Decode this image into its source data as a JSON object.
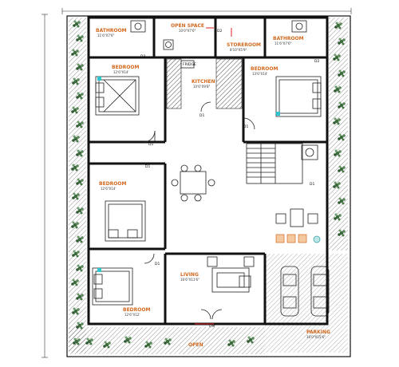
{
  "rooms": {
    "bathroom_top_left": {
      "name": "BATHROOM",
      "dim": "11'6\"X7'6\""
    },
    "open_space": {
      "name": "OPEN SPACE",
      "dim": "10'0\"X7'6\""
    },
    "storeroom": {
      "name": "STOREROOM",
      "dim": "8'10\"X5'9\""
    },
    "bathroom_top_right": {
      "name": "BATHROOM",
      "dim": "11'6\"X7'6\""
    },
    "bedroom_top_left": {
      "name": "BEDROOM",
      "dim": "12'6\"X14'"
    },
    "kitchen": {
      "name": "KITCHEN",
      "dim": "10'6\"X9'8\""
    },
    "bedroom_top_right": {
      "name": "BEDROOM",
      "dim": "13'6\"X14'"
    },
    "bedroom_mid_left": {
      "name": "BEDROOM",
      "dim": "12'6\"X14'"
    },
    "living": {
      "name": "LIVING",
      "dim": "16'6\"X11'6\""
    },
    "bedroom_bottom_left": {
      "name": "BEDROOM",
      "dim": "12'6\"X12'"
    },
    "parking": {
      "name": "PARKING",
      "dim": "16'0\"X15'6\""
    },
    "open_bottom": {
      "name": "OPEN",
      "dim": ""
    }
  },
  "fixtures": {
    "fridge": "FRIDGE"
  },
  "doors": {
    "d1": "D1",
    "d2": "D2",
    "d3": "D3",
    "dm": "DM"
  }
}
